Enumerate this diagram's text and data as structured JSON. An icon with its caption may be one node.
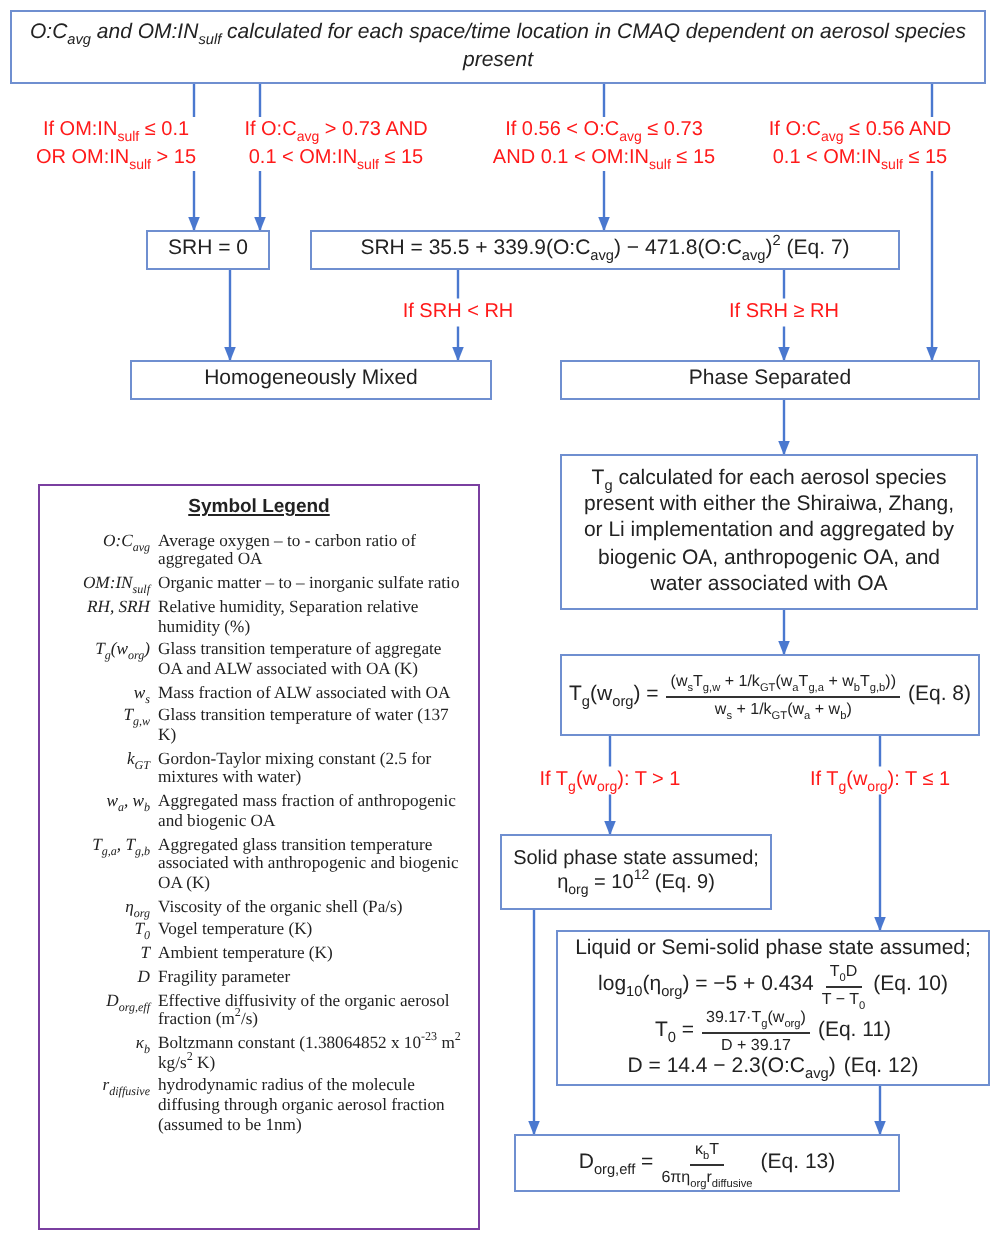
{
  "diagram": {
    "nodes": [
      {
        "text": [
          "O:C$_{avg}$ and OM:IN$_{sulf}$ calculated for each space/time location in CMAQ dependent on aerosol species present"
        ]
      },
      {
        "text": [
          "SRH = 0"
        ]
      },
      {
        "text": [
          "SRH = 35.5 + 339.9(O:C$_{avg}$) − 471.8(O:C$_{avg}$)$^{2}$ (Eq. 7)"
        ]
      },
      {
        "text": [
          "Homogeneously Mixed"
        ]
      },
      {
        "text": [
          "Phase Separated"
        ]
      },
      {
        "text": [
          "T$_{g}$ calculated for each aerosol species present with either the Shiraiwa, Zhang, or Li implementation and aggregated by biogenic OA, anthropogenic OA, and water associated with OA"
        ]
      },
      {
        "text": [
          "T$_{g}$(w$_{org}$) =",
          "(w$_{s}$T$_{g,w}$ + 1/k$_{GT}$(w$_{a}$T$_{g,a}$ + w$_{b}$T$_{g,b}$))",
          "w$_{s}$ + 1/k$_{GT}$(w$_{a}$ + w$_{b}$)",
          "(Eq. 8)"
        ]
      },
      {
        "text": [
          "Solid phase state assumed;",
          "η$_{org}$ = 10$^{12}$ (Eq. 9)"
        ]
      },
      {
        "text": [
          "Liquid or Semi-solid phase state assumed;",
          "log$_{10}$(η$_{org}$) = −5 + 0.434",
          "T$_{0}$D",
          "T − T$_{0}$",
          "(Eq. 10)",
          "T$_{0}$ =",
          "39.17·T$_{g}$(w$_{org}$)",
          "D + 39.17",
          "(Eq. 11)",
          "D = 14.4 − 2.3(O:C$_{avg}$)",
          "(Eq. 12)"
        ]
      },
      {
        "text": [
          "D$_{org,eff}$ =",
          "κ$_{b}$T",
          "6πη$_{org}$r$_{diffusive}$",
          "(Eq. 13)"
        ]
      },
      {
        "text": [
          "Symbol Legend",
          "O:C$_{avg}$",
          "Average oxygen – to - carbon ratio of aggregated OA",
          "OM:IN$_{sulf}$",
          "Organic matter – to – inorganic sulfate ratio",
          "RH, SRH",
          "Relative humidity, Separation relative humidity (%)",
          "T$_{g}$(w$_{org}$)",
          "Glass transition temperature of aggregate OA and ALW associated with OA (K)",
          "w$_{s}$",
          "Mass fraction of ALW associated with OA",
          "T$_{g,w}$",
          "Glass transition temperature of water (137 K)",
          "k$_{GT}$",
          "Gordon-Taylor mixing constant (2.5 for mixtures with water)",
          "w$_{a}$, w$_{b}$",
          "Aggregated mass fraction of anthropogenic and biogenic OA",
          "T$_{g,a}$, T$_{g,b}$",
          "Aggregated glass transition temperature associated with anthropogenic and biogenic OA (K)",
          "η$_{org}$",
          "Viscosity of the organic shell (Pa/s)",
          "T$_{0}$",
          "Vogel temperature (K)",
          "T",
          "Ambient temperature (K)",
          "D",
          "Fragility parameter",
          "D$_{org,eff}$",
          "Effective diffusivity of the organic aerosol fraction (m$^{2}$/s)",
          "κ$_{b}$",
          "Boltzmann constant (1.38064852 x 10$^{-23}$ m$^{2}$ kg/s$^{2}$ K)",
          "r$_{diffusive}$",
          "hydrodynamic radius of the molecule diffusing through organic aerosol fraction (assumed to be 1nm)"
        ]
      }
    ],
    "edges": [
      {
        "from": 0,
        "to": 1,
        "arrow": "to",
        "label": "If OM:IN$_{sulf}$ ≤ 0.1 OR OM:IN$_{sulf}$ > 15"
      },
      {
        "from": 0,
        "to": 1,
        "arrow": "to",
        "label": "If O:C$_{avg}$ > 0.73 AND 0.1 < OM:IN$_{sulf}$ ≤ 15"
      },
      {
        "from": 0,
        "to": 2,
        "arrow": "to",
        "label": "If 0.56 < O:C$_{avg}$ ≤ 0.73 AND 0.1 < OM:IN$_{sulf}$ ≤ 15"
      },
      {
        "from": 0,
        "to": 4,
        "arrow": "to",
        "label": "If O:C$_{avg}$ ≤ 0.56 AND 0.1 < OM:IN$_{sulf}$ ≤ 15"
      },
      {
        "from": 1,
        "to": 3,
        "arrow": "to"
      },
      {
        "from": 2,
        "to": 3,
        "arrow": "to",
        "label": "If SRH < RH"
      },
      {
        "from": 2,
        "to": 4,
        "arrow": "to",
        "label": "If SRH ≥ RH"
      },
      {
        "from": 4,
        "to": 5,
        "arrow": "to"
      },
      {
        "from": 5,
        "to": 6,
        "arrow": "to"
      },
      {
        "from": 6,
        "to": 7,
        "arrow": "to",
        "label": "If T$_{g}$(w$_{org}$): T > 1"
      },
      {
        "from": 6,
        "to": 8,
        "arrow": "to",
        "label": "If T$_{g}$(w$_{org}$): T ≤ 1"
      },
      {
        "from": 7,
        "to": 9,
        "arrow": "to"
      },
      {
        "from": 8,
        "to": 9,
        "arrow": "to"
      }
    ]
  }
}
